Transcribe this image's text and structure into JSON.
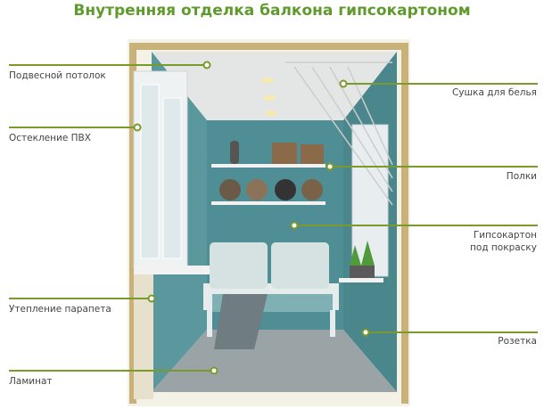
{
  "title": "Внутренняя отделка балкона гипсокартоном",
  "colors": {
    "title": "#5f9a2c",
    "leader_line": "#7a9a2c",
    "wall": "#4f8e94",
    "ceiling": "#e4e6e6",
    "floor": "#9aa4a6",
    "frame": "#c9b27a"
  },
  "labels": {
    "ceiling": "Подвесной потолок",
    "glazing": "Остекление ПВХ",
    "parapet": "Утепление парапета",
    "floor": "Ламинат",
    "dryer": "Сушка для белья",
    "shelves": "Полки",
    "drywall_1": "Гипсокартон",
    "drywall_2": "под покраску",
    "socket": "Розетка"
  }
}
